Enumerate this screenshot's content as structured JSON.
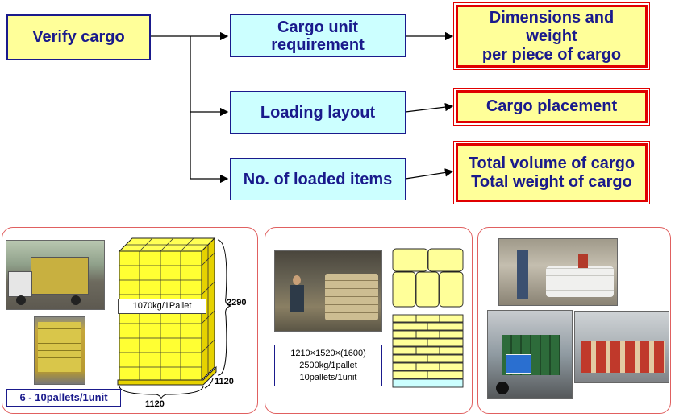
{
  "flow": {
    "start": "Verify cargo",
    "steps": [
      "Cargo unit\nrequirement",
      "Loading layout",
      "No. of loaded items"
    ],
    "results": [
      "Dimensions and\nweight\nper piece of cargo",
      "Cargo placement",
      "Total volume of cargo\nTotal weight of cargo"
    ]
  },
  "panel1": {
    "pallet_label": "1070kg/1Pallet",
    "dim_height": "2290",
    "dim_depth": "1120",
    "dim_width": "1120",
    "caption": "6 - 10pallets/1unit"
  },
  "panel2": {
    "spec_lines": [
      "1210×1520×(1600)",
      "2500kg/1pallet",
      "10pallets/1unit"
    ]
  },
  "colors": {
    "accent_text": "#1a1a8c",
    "highlight_border": "#e00000",
    "panel_border": "#e06060",
    "pallet_yellow": "#ffff33"
  }
}
